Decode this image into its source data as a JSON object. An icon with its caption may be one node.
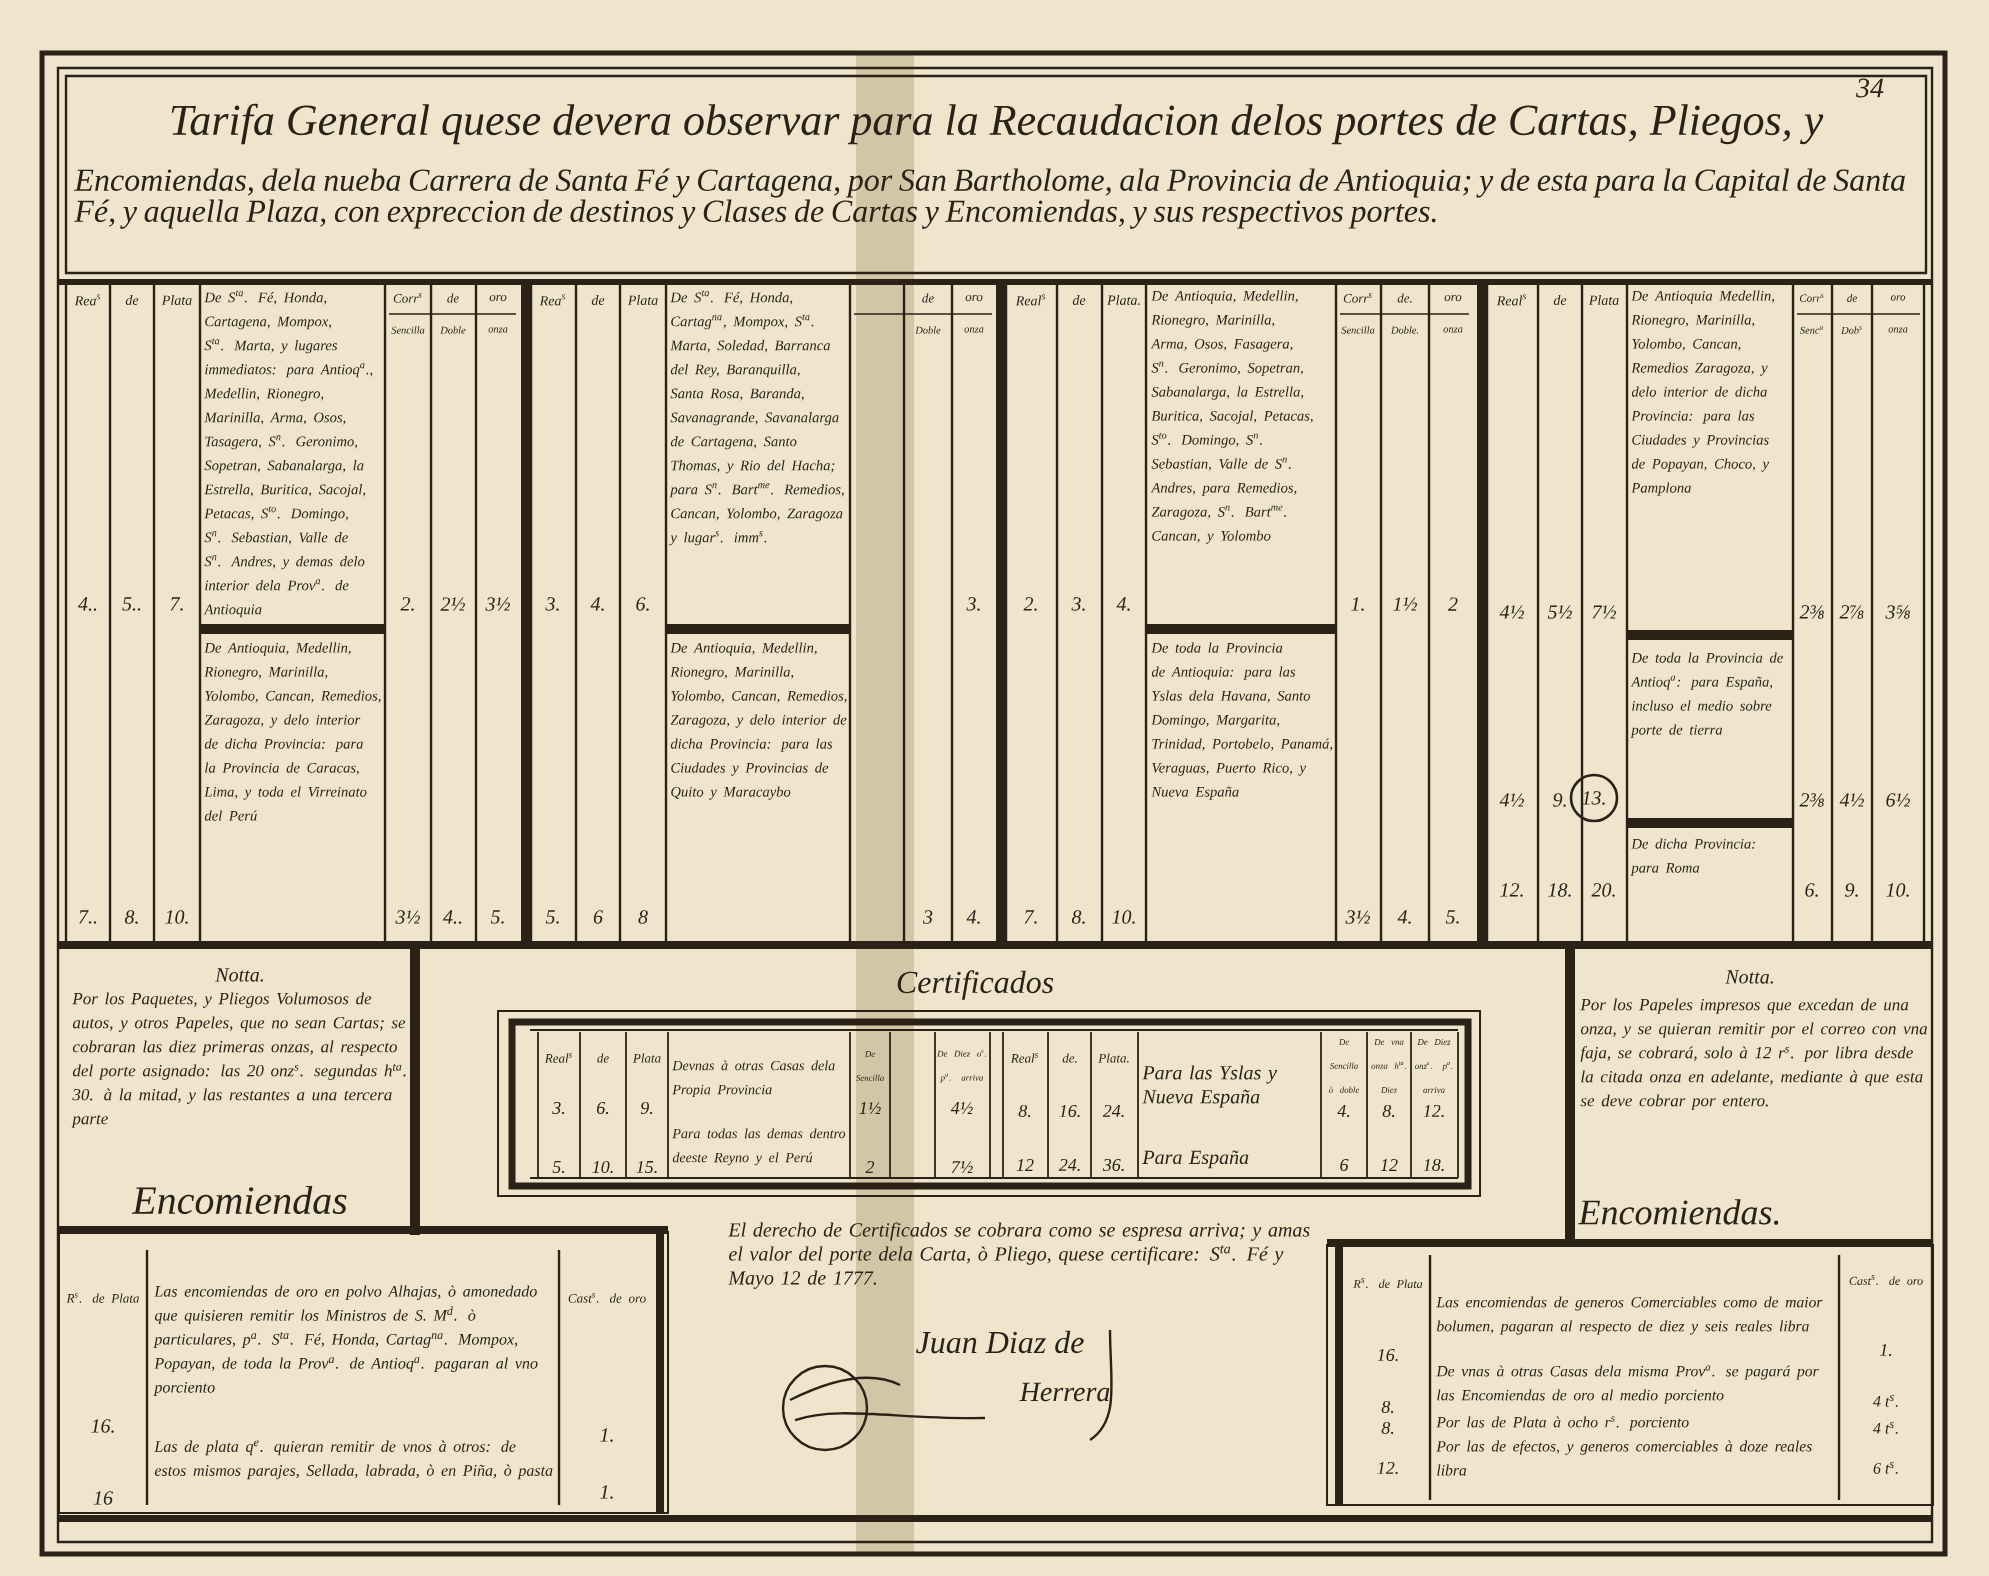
{
  "diagram": {
    "title": "Tarifa General quese devera observar para la Recaudacion delos portes de Cartas, Pliegos, y",
    "nodes": [
      {
        "text": [
          "13."
        ]
      }
    ],
    "labels": [
      "Encomiendas, dela nueba Carrera de Santa Fé y Cartagena, por San Bartholome, ala Provincia de Antioquia; y de esta para la Capital de Santa Fé, y aquella Plaza, con expreccion de destinos y Clases de Cartas y Encomiendas, y sus respectivos portes.",
      "34",
      "Rea$^{s}$",
      "de",
      "Plata",
      "De S$^{ta}$. Fé, Honda, Cartagena, Mompox, S$^{ta}$. Marta, y lugares immediatos: para Antioq$^{a}$., Medellin, Rionegro, Marinilla, Arma, Osos, Tasagera, S$^{n}$. Geronimo, Sopetran, Sabanalarga, la Estrella, Buritica, Sacojal, Petacas, S$^{to}$. Domingo, S$^{n}$. Sebastian, Valle de S$^{n}$. Andres, y demas delo interior dela Prov$^{a}$. de Antioquia",
      "Corr$^{s}$",
      "de",
      "oro",
      "Sencilla",
      "Doble",
      "onza",
      "4..",
      "5..",
      "7.",
      "2.",
      "2½",
      "3½",
      "De Antioquia, Medellin, Rionegro, Marinilla, Yolombo, Cancan, Remedios, Zaragoza, y delo interior de dicha Provincia: para la Provincia de Caracas, Lima, y toda el Virreinato del Perú",
      "7..",
      "8.",
      "10.",
      "3½",
      "4..",
      "5.",
      "Rea$^{s}$",
      "de",
      "Plata",
      "De S$^{ta}$. Fé, Honda, Cartag$^{na}$, Mompox, S$^{ta}$. Marta, Soledad, Barranca del Rey, Baranquilla, Santa Rosa, Baranda, Savanagrande, Savanalarga de Cartagena, Santo Thomas, y Rio del Hacha; para S$^{n}$. Bart$^{me}$. Remedios, Cancan, Yolombo, Zaragoza y lugar$^{s}$. imm$^{s}$.",
      "de",
      "oro",
      "Doble",
      "onza",
      "3.",
      "4.",
      "6.",
      "3.",
      "De Antioquia, Medellin, Rionegro, Marinilla, Yolombo, Cancan, Remedios, Zaragoza, y delo interior de dicha Provincia: para las Ciudades y Provincias de Quito y Maracaybo",
      "5.",
      "6",
      "8",
      "3",
      "4.",
      "Real$^{s}$",
      "de",
      "Plata.",
      "De Antioquia, Medellin, Rionegro, Marinilla, Arma, Osos, Fasagera, S$^{n}$. Geronimo, Sopetran, Sabanalarga, la Estrella, Buritica, Sacojal, Petacas, S$^{to}$. Domingo, S$^{n}$. Sebastian, Valle de S$^{n}$. Andres, para Remedios, Zaragoza, S$^{n}$. Bart$^{me}$. Cancan, y Yolombo",
      "Corr$^{s}$",
      "de.",
      "oro",
      "Sencilla",
      "Doble.",
      "onza",
      "2.",
      "3.",
      "4.",
      "1.",
      "1½",
      "2",
      "De toda la Provincia de Antioquia: para las Yslas dela Havana, Santo Domingo, Margarita, Trinidad, Portobelo, Panamá, Veraguas, Puerto Rico, y Nueva España",
      "7.",
      "8.",
      "10.",
      "3½",
      "4.",
      "5.",
      "Real$^{s}$",
      "de",
      "Plata",
      "De Antioquia Medellin, Rionegro, Marinilla, Yolombo, Cancan, Remedios Zaragoza, y delo interior de dicha Provincia: para las Ciudades y Provincias de Popayan, Choco, y Pamplona",
      "Corr$^{s}$",
      "de",
      "oro",
      "Senc$^{a}$",
      "Dob$^{s}$",
      "onza",
      "4½",
      "5½",
      "7½",
      "2⅜",
      "2⅞",
      "3⅝",
      "De toda la Provincia de Antioq$^{a}$: para España, incluso el medio sobre porte de tierra",
      "4½",
      "9.",
      "2⅜",
      "4½",
      "6½",
      "De dicha Provincia: para Roma",
      "12.",
      "18.",
      "20.",
      "6.",
      "9.",
      "10.",
      "Notta.",
      "Por los Paquetes, y Pliegos Volumosos de autos, y otros Papeles, que no sean Cartas; se cobraran las diez primeras onzas, al respecto del porte asignado: las 20 onz$^{s}$. segundas h$^{ta}$. 30. à la mitad, y las restantes a una tercera parte",
      "Encomiendas",
      "Certificados",
      "Real$^{s}$",
      "de",
      "Plata",
      "Devnas à otras Casas dela Propia Provincia",
      "De Sencilla",
      "De Diez o$^{s}$. p$^{a}$. arriva",
      "3.",
      "6.",
      "9.",
      "1½",
      "4½",
      "Para todas las demas dentro deeste Reyno y el Perú",
      "5.",
      "10.",
      "15.",
      "2",
      "7½",
      "Real$^{s}$",
      "de.",
      "Plata.",
      "Para las Yslas y Nueva España",
      "De Sencilla ò doble",
      "De vna onza h$^{ta}$. Diez",
      "De Diez onz$^{s}$. p$^{a}$. arriva",
      "8.",
      "16.",
      "24.",
      "4.",
      "8.",
      "12.",
      "Para España",
      "12",
      "24.",
      "36.",
      "6",
      "12",
      "18.",
      "El derecho de Certificados se cobrara como se espresa arriva; y amas el valor del porte dela Carta, ò Pliego, quese certificare: S$^{ta}$. Fé y Mayo 12 de 1777.",
      "Juan Diaz de",
      "Herrera",
      "R$^{s}$. de Plata",
      "Las encomiendas de oro en polvo Alhajas, ò amonedado que quisieren remitir los Ministros de S. M$^{d}$. ò particulares, p$^{a}$. S$^{ta}$. Fé, Honda, Cartag$^{na}$. Mompox, Popayan, de toda la Prov$^{a}$. de Antioq$^{a}$. pagaran al vno porciento",
      "Cast$^{s}$. de oro",
      "16.",
      "1.",
      "Las de plata q$^{e}$. quieran remitir de vnos à otros: de estos mismos parajes, Sellada, labrada, ò en Piña, ò pasta",
      "16",
      "1.",
      "R$^{s}$. de Plata",
      "Cast$^{s}$. de oro",
      "Las encomiendas de generos Comerciables como de maior bolumen, pagaran al respecto de diez y seis reales libra",
      "16.",
      "1.",
      "De vnas à otras Casas dela misma Prov$^{a}$. se pagará por las Encomiendas de oro al medio porciento",
      "8.",
      "4 t$^{s}$.",
      "8.",
      "Por las de Plata à ocho r$^{s}$. porciento",
      "4 t$^{s}$.",
      "Por las de efectos, y generos comerciables à doze reales libra",
      "12.",
      "6 t$^{s}$.",
      "Notta.",
      "Por los Papeles impresos que excedan de una onza, y se quieran remitir por el correo con vna faja, se cobrará, solo à 12 r$^{s}$. por libra desde la citada onza en adelante, mediante à que esta se deve cobrar por entero.",
      "Encomiendas."
    ]
  }
}
